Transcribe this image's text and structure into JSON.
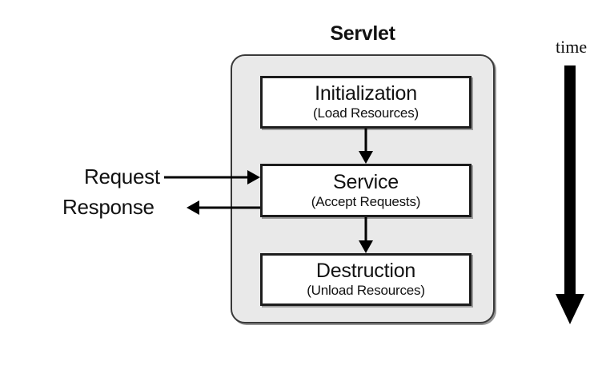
{
  "diagram": {
    "title": "Servlet",
    "time_axis": {
      "label": "time",
      "icon": "down-arrow-icon",
      "direction": "downward"
    },
    "container": {
      "name": "Servlet",
      "fill_color": "#e9e9e9",
      "border_color": "#3a3a3a"
    },
    "phases": [
      {
        "id": "initialization",
        "title": "Initialization",
        "subtitle": "(Load Resources)"
      },
      {
        "id": "service",
        "title": "Service",
        "subtitle": "(Accept Requests)"
      },
      {
        "id": "destruction",
        "title": "Destruction",
        "subtitle": "(Unload Resources)"
      }
    ],
    "flow_arrows": [
      {
        "from": "initialization",
        "to": "service",
        "direction": "down"
      },
      {
        "from": "service",
        "to": "destruction",
        "direction": "down"
      }
    ],
    "io_labels": [
      {
        "id": "request",
        "label": "Request",
        "direction": "right",
        "target": "service"
      },
      {
        "id": "response",
        "label": "Response",
        "direction": "left",
        "source": "service"
      }
    ],
    "colors": {
      "background": "#ffffff",
      "box_fill": "#ffffff",
      "box_border": "#1d1d1d",
      "container_fill": "#e9e9e9",
      "text": "#111111",
      "arrow": "#000000"
    }
  }
}
